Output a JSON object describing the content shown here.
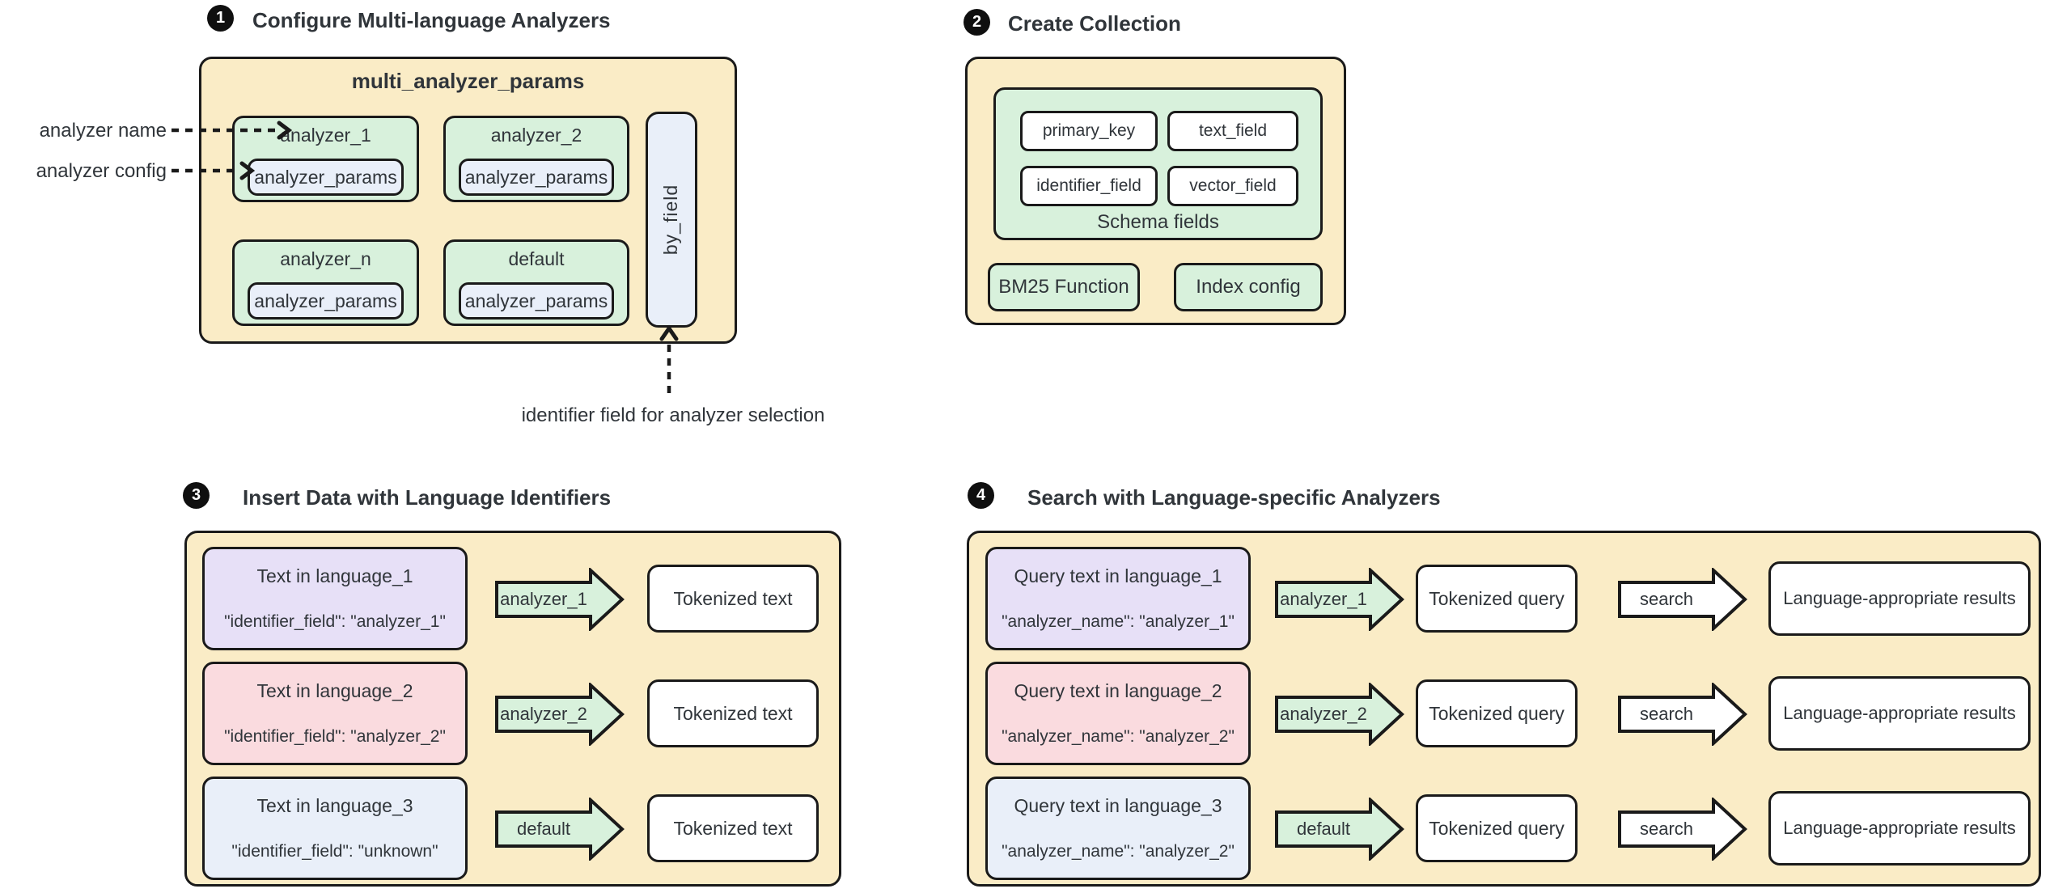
{
  "colors": {
    "container_bg": "#FAECC6",
    "green_bg": "#D8F1DC",
    "blue_bg": "#E9EFF9",
    "purple_bg": "#E7E0F7",
    "pink_bg": "#FADBDF",
    "white_bg": "#FFFFFF",
    "border": "#1A1A1A",
    "text": "#30353A",
    "badge_bg": "#0F0F0F",
    "badge_text": "#FFFFFF"
  },
  "section1": {
    "badge": "1",
    "title": "Configure Multi-language Analyzers",
    "container_title": "multi_analyzer_params",
    "label_analyzer_name": "analyzer name",
    "label_analyzer_config": "analyzer config",
    "analyzers": [
      {
        "name": "analyzer_1",
        "params": "analyzer_params"
      },
      {
        "name": "analyzer_2",
        "params": "analyzer_params"
      },
      {
        "name": "analyzer_n",
        "params": "analyzer_params"
      },
      {
        "name": "default",
        "params": "analyzer_params"
      }
    ],
    "by_field": "by_field",
    "caption": "identifier field for analyzer selection"
  },
  "section2": {
    "badge": "2",
    "title": "Create Collection",
    "schema_fields": [
      "primary_key",
      "text_field",
      "identifier_field",
      "vector_field"
    ],
    "schema_label": "Schema fields",
    "bm25": "BM25 Function",
    "index_config": "Index config"
  },
  "section3": {
    "badge": "3",
    "title": "Insert Data with Language Identifiers",
    "rows": [
      {
        "title": "Text in language_1",
        "code": "\"identifier_field\": \"analyzer_1\"",
        "arrow": "analyzer_1",
        "output": "Tokenized text"
      },
      {
        "title": "Text in language_2",
        "code": "\"identifier_field\": \"analyzer_2\"",
        "arrow": "analyzer_2",
        "output": "Tokenized text"
      },
      {
        "title": "Text in language_3",
        "code": "\"identifier_field\": \"unknown\"",
        "arrow": "default",
        "output": "Tokenized text"
      }
    ]
  },
  "section4": {
    "badge": "4",
    "title": "Search with Language-specific Analyzers",
    "rows": [
      {
        "title": "Query text in language_1",
        "code": "\"analyzer_name\": \"analyzer_1\"",
        "arrow": "analyzer_1",
        "output": "Tokenized query",
        "search": "search",
        "result": "Language-appropriate results"
      },
      {
        "title": "Query text in language_2",
        "code": "\"analyzer_name\": \"analyzer_2\"",
        "arrow": "analyzer_2",
        "output": "Tokenized query",
        "search": "search",
        "result": "Language-appropriate results"
      },
      {
        "title": "Query text in language_3",
        "code": "\"analyzer_name\": \"analyzer_2\"",
        "arrow": "default",
        "output": "Tokenized query",
        "search": "search",
        "result": "Language-appropriate results"
      }
    ]
  }
}
